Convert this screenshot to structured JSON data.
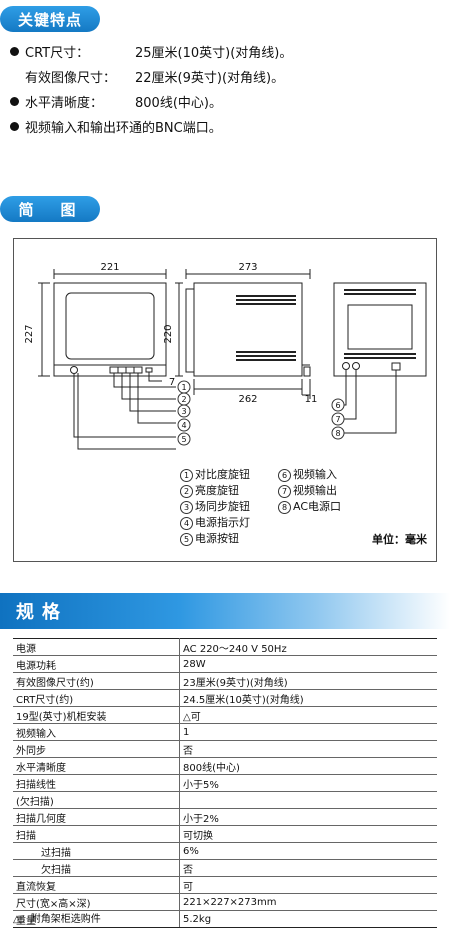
{
  "features": {
    "title": "关键特点",
    "crt_label": "CRT尺寸：",
    "crt_value": "25厘米(10英寸)(对角线)。",
    "effective_label": "有效图像尺寸：",
    "effective_value": "22厘米(9英寸)(对角线)。",
    "hres_label": "水平清晰度：",
    "hres_value": "800线(中心)。",
    "bnc": "视频输入和输出环通的BNC端口。"
  },
  "diagram": {
    "title": "简　图",
    "dims": {
      "front_width": "221",
      "front_height": "227",
      "side_width": "273",
      "side_height": "220",
      "base_offset": "7",
      "depth": "262",
      "rear_protrusion": "11"
    },
    "callouts": [
      "1",
      "2",
      "3",
      "4",
      "5",
      "6",
      "7",
      "8"
    ],
    "legend": [
      {
        "n": "1",
        "label": "对比度旋钮"
      },
      {
        "n": "2",
        "label": "亮度旋钮"
      },
      {
        "n": "3",
        "label": "场同步旋钮"
      },
      {
        "n": "4",
        "label": "电源指示灯"
      },
      {
        "n": "5",
        "label": "电源按钮"
      },
      {
        "n": "6",
        "label": "视频输入"
      },
      {
        "n": "7",
        "label": "视频输出"
      },
      {
        "n": "8",
        "label": "AC电源口"
      }
    ],
    "unit": "单位：毫米"
  },
  "specs": {
    "title": "规格",
    "rows": [
      {
        "k": "电源",
        "v": "AC 220～240 V  50Hz"
      },
      {
        "k": "电源功耗",
        "v": "28W"
      },
      {
        "k": "有效图像尺寸(约)",
        "v": "23厘米(9英寸)(对角线)"
      },
      {
        "k": "CRT尺寸(约)",
        "v": "24.5厘米(10英寸)(对角线)"
      },
      {
        "k": "19型(英寸)机柜安装",
        "v": "△可"
      },
      {
        "k": "视频输入",
        "v": "1"
      },
      {
        "k": "外同步",
        "v": "否"
      },
      {
        "k": "水平清晰度",
        "v": "800线(中心)"
      },
      {
        "k": "扫描线性",
        "v": "小于5%"
      },
      {
        "k": "(欠扫描)",
        "v": ""
      },
      {
        "k": "扫描几何度",
        "v": "小于2%"
      },
      {
        "k": "扫描",
        "v": "可切换"
      },
      {
        "k": "过扫描",
        "v": "6%"
      },
      {
        "k": "欠扫描",
        "v": "否"
      },
      {
        "k": "直流恢复",
        "v": "可"
      },
      {
        "k": "尺寸(宽×高×深)",
        "v": "221×227×273mm"
      },
      {
        "k": "重量",
        "v": "5.2kg"
      }
    ],
    "footnote": "△：附角架柜选购件"
  }
}
